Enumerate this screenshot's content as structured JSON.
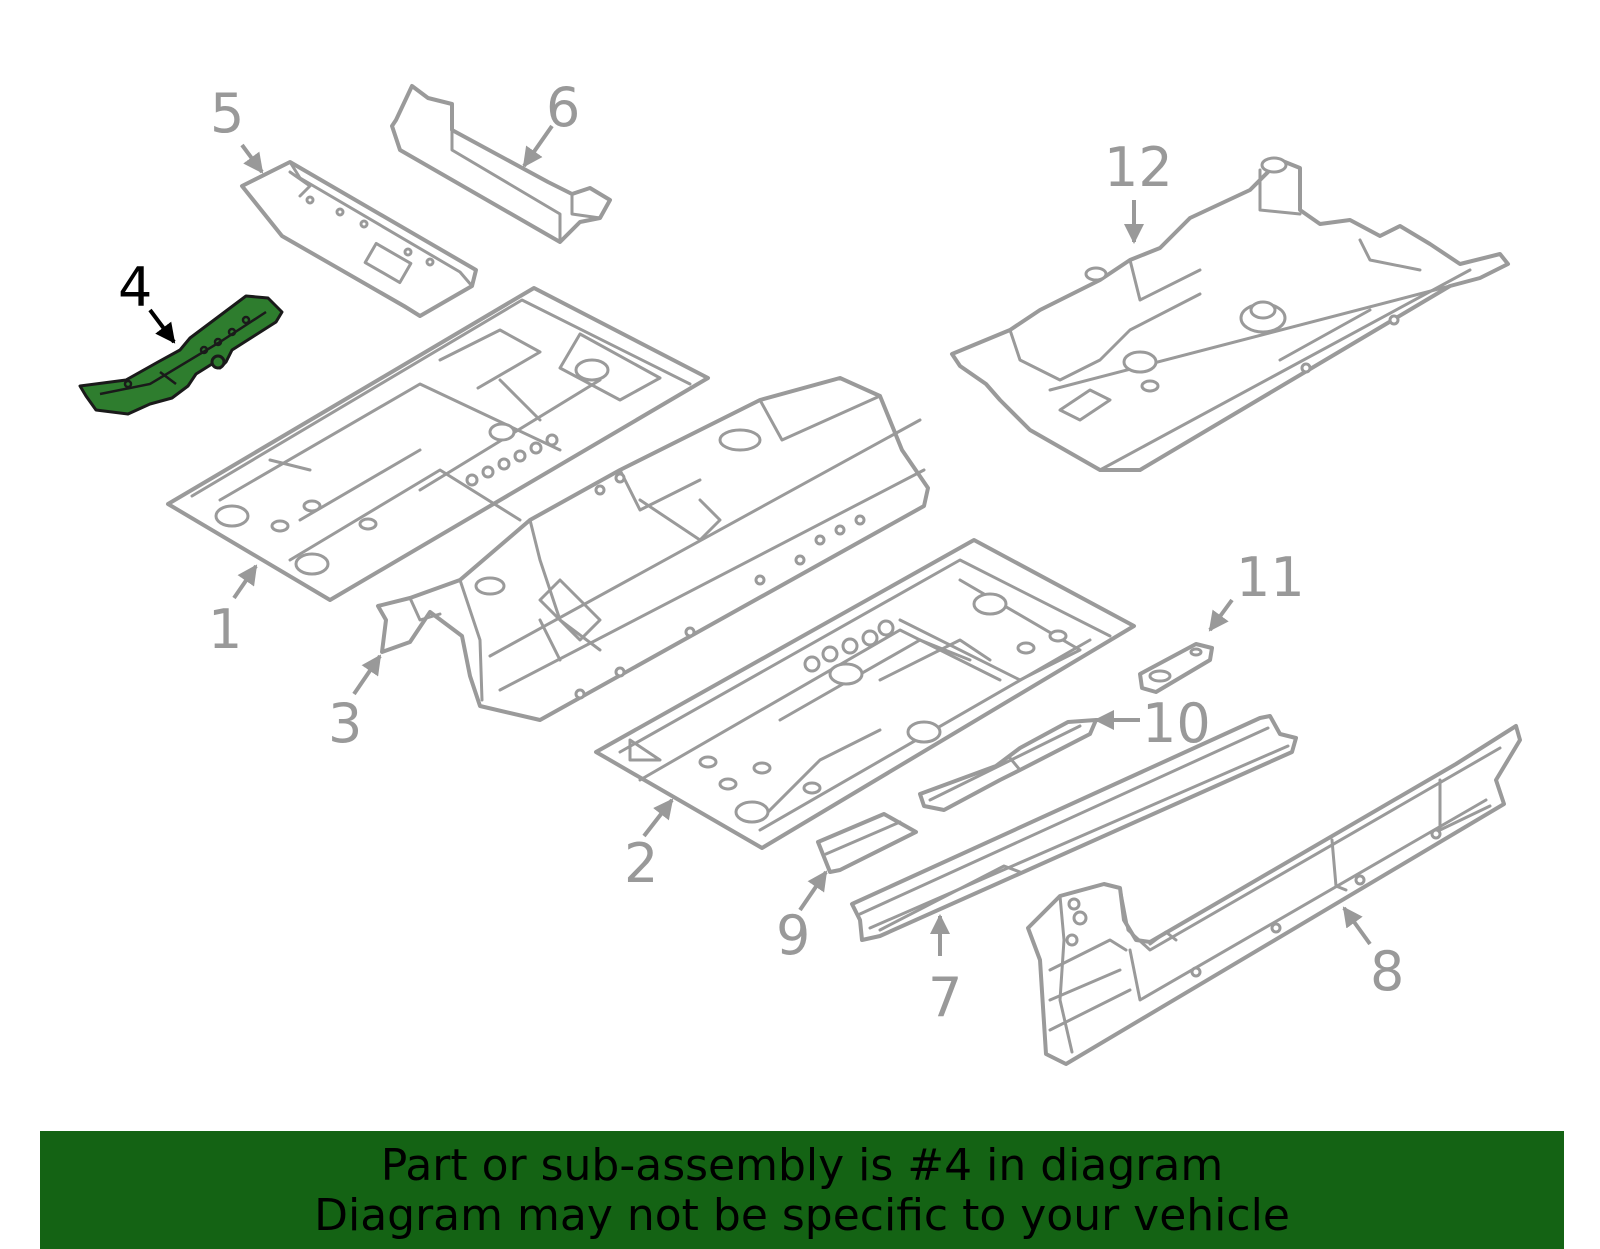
{
  "highlight_color": "#2e7d2e",
  "banner_color": "#146314",
  "callouts": {
    "c1": "1",
    "c2": "2",
    "c3": "3",
    "c4": "4",
    "c5": "5",
    "c6": "6",
    "c7": "7",
    "c8": "8",
    "c9": "9",
    "c10": "10",
    "c11": "11",
    "c12": "12"
  },
  "highlighted_part": "4",
  "banner": {
    "line1": "Part or sub-assembly is #4 in diagram",
    "line2": "Diagram may not be specific to your vehicle"
  }
}
